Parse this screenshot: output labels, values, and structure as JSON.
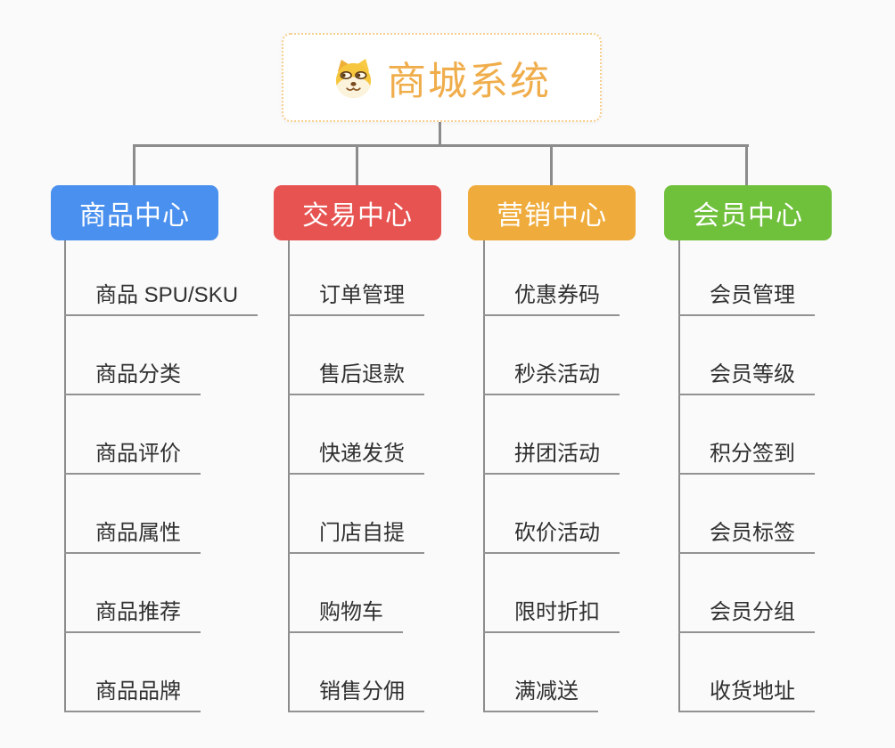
{
  "canvas": {
    "background": "#FAFAFA",
    "connector_color": "#8C8C8C"
  },
  "root": {
    "title": "商城系统",
    "title_color": "#F0AD4B",
    "border_color": "#F6CE8E",
    "icon": "doge-icon"
  },
  "branches": [
    {
      "label": "商品中心",
      "color": "#4A90EE",
      "children": [
        "商品 SPU/SKU",
        "商品分类",
        "商品评价",
        "商品属性",
        "商品推荐",
        "商品品牌"
      ]
    },
    {
      "label": "交易中心",
      "color": "#E65351",
      "children": [
        "订单管理",
        "售后退款",
        "快递发货",
        "门店自提",
        "购物车",
        "销售分佣"
      ]
    },
    {
      "label": "营销中心",
      "color": "#EFAC3C",
      "children": [
        "优惠券码",
        "秒杀活动",
        "拼团活动",
        "砍价活动",
        "限时折扣",
        "满减送"
      ]
    },
    {
      "label": "会员中心",
      "color": "#6FC03A",
      "children": [
        "会员管理",
        "会员等级",
        "积分签到",
        "会员标签",
        "会员分组",
        "收货地址"
      ]
    }
  ]
}
